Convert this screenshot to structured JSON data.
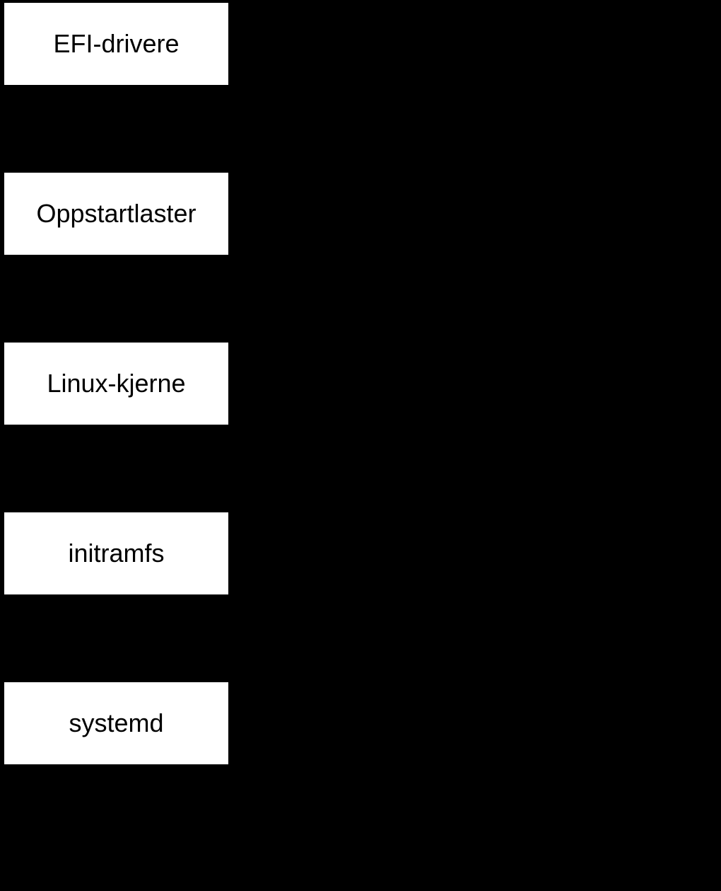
{
  "diagram": {
    "description": "Linux boot sequence flowchart (Norwegian)",
    "nodes": [
      {
        "label": "EFI-drivere"
      },
      {
        "label": "Oppstartlaster"
      },
      {
        "label": "Linux-kjerne"
      },
      {
        "label": "initramfs"
      },
      {
        "label": "systemd"
      }
    ]
  },
  "colors": {
    "background": "#000000",
    "node_fill": "#ffffff",
    "node_text": "#000000"
  }
}
